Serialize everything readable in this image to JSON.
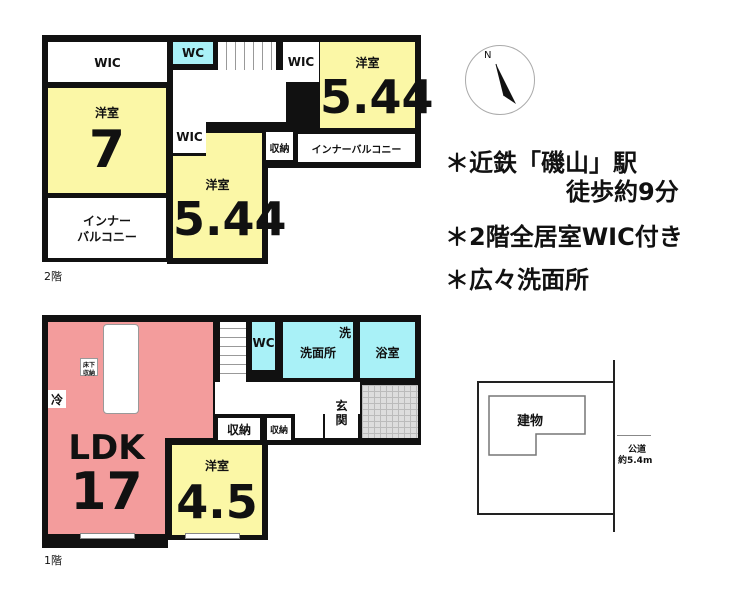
{
  "floor2": {
    "label": "2階",
    "wic1": "WIC",
    "wc": "WC",
    "wic2": "WIC",
    "room_ur_label": "洋室",
    "room_ur_size": "5.44",
    "room_l_label": "洋室",
    "room_l_size": "7",
    "wic3": "WIC",
    "room_m_label": "洋室",
    "room_m_size": "5.44",
    "storage": "収納",
    "balcony_r": "インナーバルコニー",
    "balcony_l_1": "インナー",
    "balcony_l_2": "バルコニー"
  },
  "floor1": {
    "label": "1階",
    "ldk_label": "LDK",
    "ldk_size": "17",
    "underfloor_1": "床下",
    "underfloor_2": "収納",
    "fridge": "冷",
    "wc": "WC",
    "washroom": "洗面所",
    "washer": "洗",
    "bath": "浴室",
    "entrance_1": "玄",
    "entrance_2": "関",
    "storage1": "収納",
    "storage2": "収納",
    "room_label": "洋室",
    "room_size": "4.5"
  },
  "compass": {
    "north": "N"
  },
  "features": [
    "＊近鉄「磯山」駅",
    "徒歩約9分",
    "＊2階全居室WIC付き",
    "＊広々洗面所"
  ],
  "site": {
    "building": "建物",
    "road_1": "公道",
    "road_2": "約5.4m"
  }
}
